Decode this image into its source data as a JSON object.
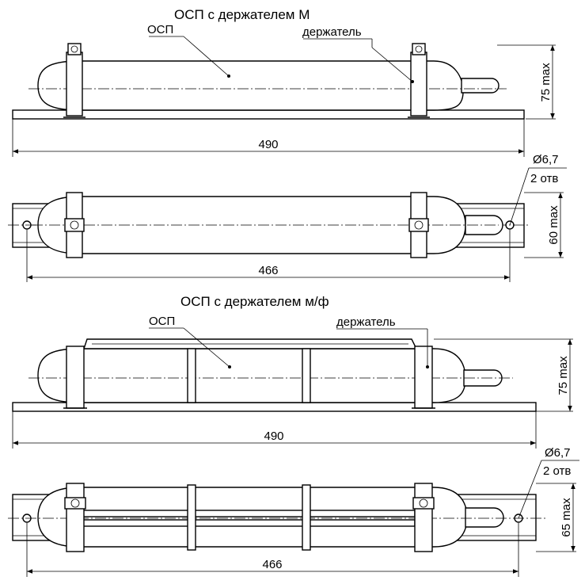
{
  "section_top": {
    "title": "ОСП с держателем М",
    "label_osp": "ОСП",
    "label_holder": "держатель",
    "dim_height": "75 max",
    "dim_length": "490"
  },
  "plan_top": {
    "dim_width": "60 max",
    "dim_hole_spacing": "466",
    "hole_dia": "Ø6,7",
    "hole_count": "2 отв"
  },
  "section_bottom": {
    "title": "ОСП с держателем м/ф",
    "label_osp": "ОСП",
    "label_holder": "держатель",
    "dim_height": "75 max",
    "dim_length": "490"
  },
  "plan_bottom": {
    "dim_width": "65 max",
    "dim_hole_spacing": "466",
    "hole_dia": "Ø6,7",
    "hole_count": "2 отв"
  }
}
